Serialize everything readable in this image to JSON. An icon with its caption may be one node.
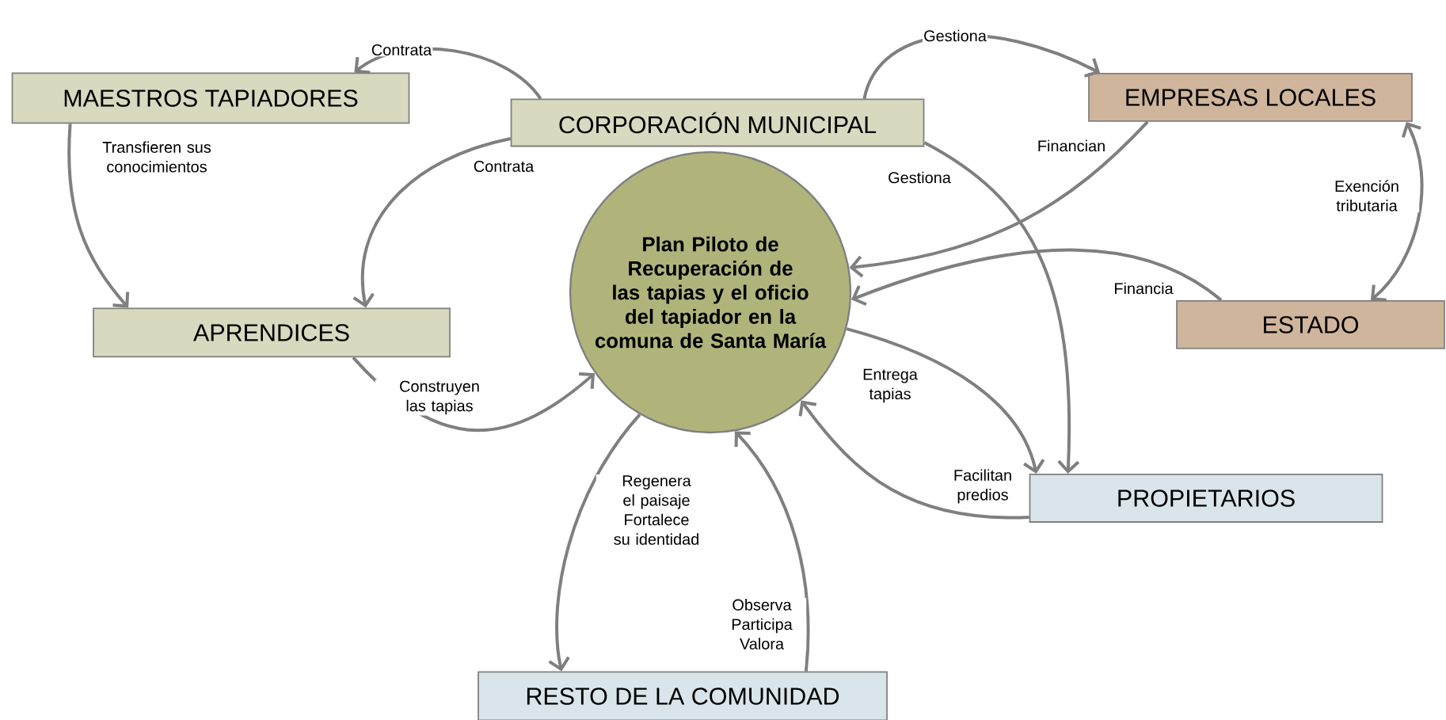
{
  "diagram": {
    "nodes": [
      {
        "text": [
          "MAESTROS TAPIADORES"
        ]
      },
      {
        "text": [
          "CORPORACIÓN MUNICIPAL"
        ]
      },
      {
        "text": [
          "EMPRESAS LOCALES"
        ]
      },
      {
        "text": [
          "Plan Piloto de Recuperación de las tapias y el oficio del tapiador en la comuna de Santa María"
        ]
      },
      {
        "text": [
          "APRENDICES"
        ]
      },
      {
        "text": [
          "ESTADO"
        ]
      },
      {
        "text": [
          "PROPIETARIOS"
        ]
      },
      {
        "text": [
          "RESTO DE LA COMUNIDAD"
        ]
      }
    ],
    "edges": [
      {
        "from": 1,
        "to": 0,
        "arrow": "to",
        "label": "Contrata"
      },
      {
        "from": 1,
        "to": 2,
        "arrow": "to",
        "label": "Gestiona"
      },
      {
        "from": 0,
        "to": 4,
        "arrow": "to",
        "label": "Transfieren sus conocimientos"
      },
      {
        "from": 1,
        "to": 4,
        "arrow": "to",
        "label": "Contrata"
      },
      {
        "from": 1,
        "to": 6,
        "arrow": "to",
        "label": "Gestiona"
      },
      {
        "from": 2,
        "to": 3,
        "arrow": "to",
        "label": "Financian"
      },
      {
        "from": 5,
        "to": 2,
        "arrow": "both",
        "label": "Exención tributaria"
      },
      {
        "from": 5,
        "to": 3,
        "arrow": "to",
        "label": "Financia"
      },
      {
        "from": 4,
        "to": 3,
        "arrow": "to",
        "label": "Construyen las tapias"
      },
      {
        "from": 3,
        "to": 6,
        "arrow": "to",
        "label": "Entrega tapias"
      },
      {
        "from": 6,
        "to": 3,
        "arrow": "to",
        "label": "Facilitan predios"
      },
      {
        "from": 3,
        "to": 7,
        "arrow": "to",
        "label": "Regenera el paisaje Fortalece su identidad"
      },
      {
        "from": 7,
        "to": 3,
        "arrow": "to",
        "label": "Observa Participa Valora"
      }
    ]
  }
}
